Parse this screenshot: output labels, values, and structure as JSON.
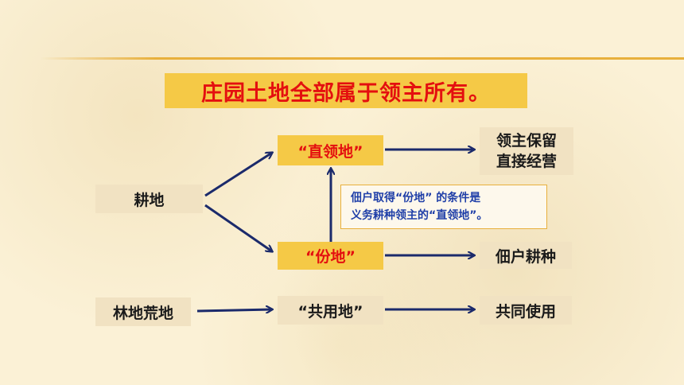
{
  "title": "庄园土地全部属于领主所有。",
  "nodes": {
    "arable": "耕地",
    "demesne": "“直领地”",
    "lord_keep_line1": "领主保留",
    "lord_keep_line2": "直接经营",
    "share_land": "“份地”",
    "serf_farm": "佃户耕种",
    "forest": "林地荒地",
    "common_land": "“共用地”",
    "common_use": "共同使用"
  },
  "note": {
    "line1": "佃户取得“份地”  的条件是",
    "line2": "义务耕种领主的“直领地”。"
  },
  "colors": {
    "title_red": "#e40f0f",
    "highlight_yellow": "#f5c946",
    "arrow_navy": "#1b2a6b",
    "note_blue": "#1f3fa8",
    "box_tan": "#f1e2c2"
  }
}
